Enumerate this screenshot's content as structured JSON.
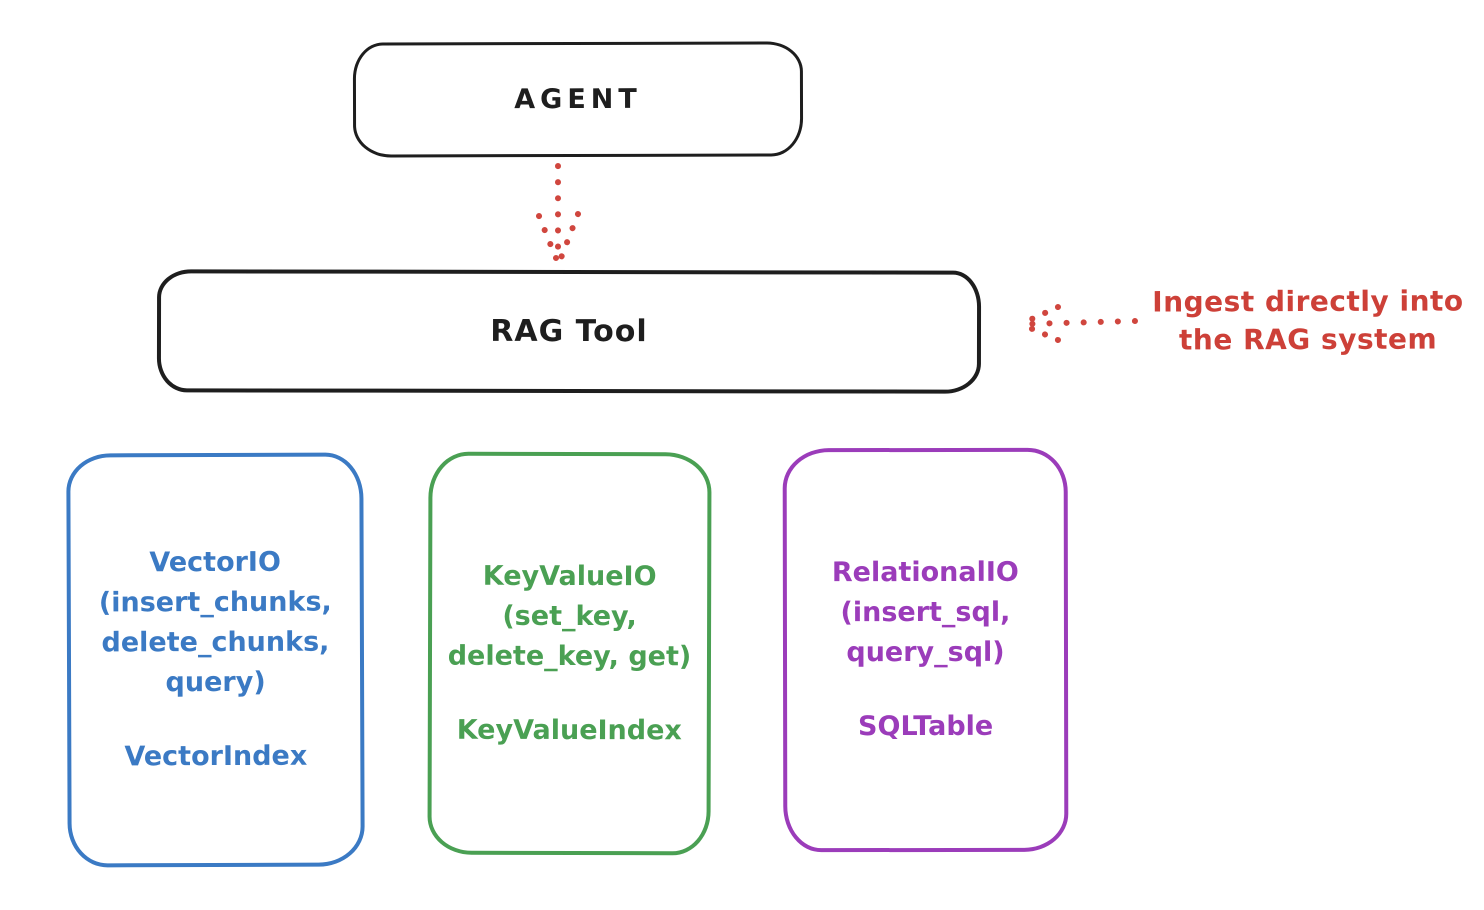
{
  "colors": {
    "ink_black": "#1e1e1e",
    "arrow_red": "#d0463e",
    "annotation_red": "#cd4038",
    "vector_blue": "#3b7ac4",
    "keyvalue_green": "#4aa053",
    "relational_purple": "#9b3cba"
  },
  "agent": {
    "label": "AGENT"
  },
  "rag_tool": {
    "label": "RAG Tool"
  },
  "annotation": {
    "line1": "Ingest directly into",
    "line2": "the RAG system"
  },
  "vector_io": {
    "line1": "VectorIO",
    "line2": "(insert_chunks,",
    "line3": "delete_chunks,",
    "line4": "query)",
    "index": "VectorIndex"
  },
  "key_value_io": {
    "line1": "KeyValueIO",
    "line2": "(set_key,",
    "line3": "delete_key, get)",
    "index": "KeyValueIndex"
  },
  "relational_io": {
    "line1": "RelationalIO",
    "line2": "(insert_sql,",
    "line3": "query_sql)",
    "index": "SQLTable"
  }
}
